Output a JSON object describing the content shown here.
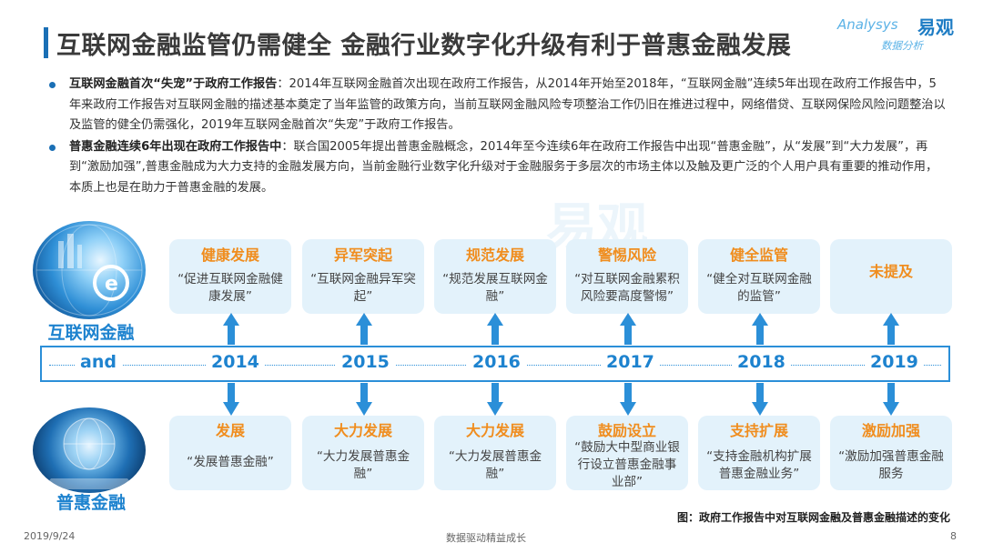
{
  "title": "互联网金融监管仍需健全  金融行业数字化升级有利于普惠金融发展",
  "logo": {
    "brand_en": "Analysys",
    "brand_cn": "易观",
    "tagline": "数据分析"
  },
  "bullets": [
    {
      "bold": "互联网金融首次“失宠”于政府工作报告",
      "text": "：2014年互联网金融首次出现在政府工作报告，从2014年开始至2018年，“互联网金融”连续5年出现在政府工作报告中，5年来政府工作报告对互联网金融的描述基本奠定了当年监管的政策方向，当前互联网金融风险专项整治工作仍旧在推进过程中，网络借贷、互联网保险风险问题整治以及监管的健全仍需强化，2019年互联网金融首次“失宠”于政府工作报告。"
    },
    {
      "bold": "普惠金融连续6年出现在政府工作报告中",
      "text": "：联合国2005年提出普惠金融概念，2014年至今连续6年在政府工作报告中出现“普惠金融”，从“发展”到“大力发展”，再到“激励加强”,普惠金融成为大力支持的金融发展方向，当前金融行业数字化升级对于金融服务于多层次的市场主体以及触及更广泛的个人用户具有重要的推动作用，本质上也是在助力于普惠金融的发展。"
    }
  ],
  "left_labels": {
    "top": "互联网金融",
    "bottom": "普惠金融"
  },
  "timeline": {
    "and_label": "and",
    "years": [
      "2014",
      "2015",
      "2016",
      "2017",
      "2018",
      "2019"
    ]
  },
  "internet_finance": [
    {
      "title": "健康发展",
      "text": "“促进互联网金融健康发展”"
    },
    {
      "title": "异军突起",
      "text": "“互联网金融异军突起”"
    },
    {
      "title": "规范发展",
      "text": "“规范发展互联网金融”"
    },
    {
      "title": "警惕风险",
      "text": "“对互联网金融累积风险要高度警惕”"
    },
    {
      "title": "健全监管",
      "text": "“健全对互联网金融的监管”"
    },
    {
      "title": "未提及",
      "text": ""
    }
  ],
  "inclusive_finance": [
    {
      "title": "发展",
      "text": "“发展普惠金融”"
    },
    {
      "title": "大力发展",
      "text": "“大力发展普惠金融”"
    },
    {
      "title": "大力发展",
      "text": "“大力发展普惠金融”"
    },
    {
      "title": "鼓励设立",
      "text": "“鼓励大中型商业银行设立普惠金融事业部”"
    },
    {
      "title": "支持扩展",
      "text": "“支持金融机构扩展普惠金融业务”"
    },
    {
      "title": "激励加强",
      "text": "“激励加强普惠金融服务"
    }
  ],
  "caption": "图：政府工作报告中对互联网金融及普惠金融描述的变化",
  "footer": {
    "date": "2019/9/24",
    "center": "数据驱动精益成长",
    "page": "8"
  },
  "colors": {
    "accent_blue": "#1e83cf",
    "orange": "#f08d1e",
    "card_bg": "#e3f2fb"
  }
}
